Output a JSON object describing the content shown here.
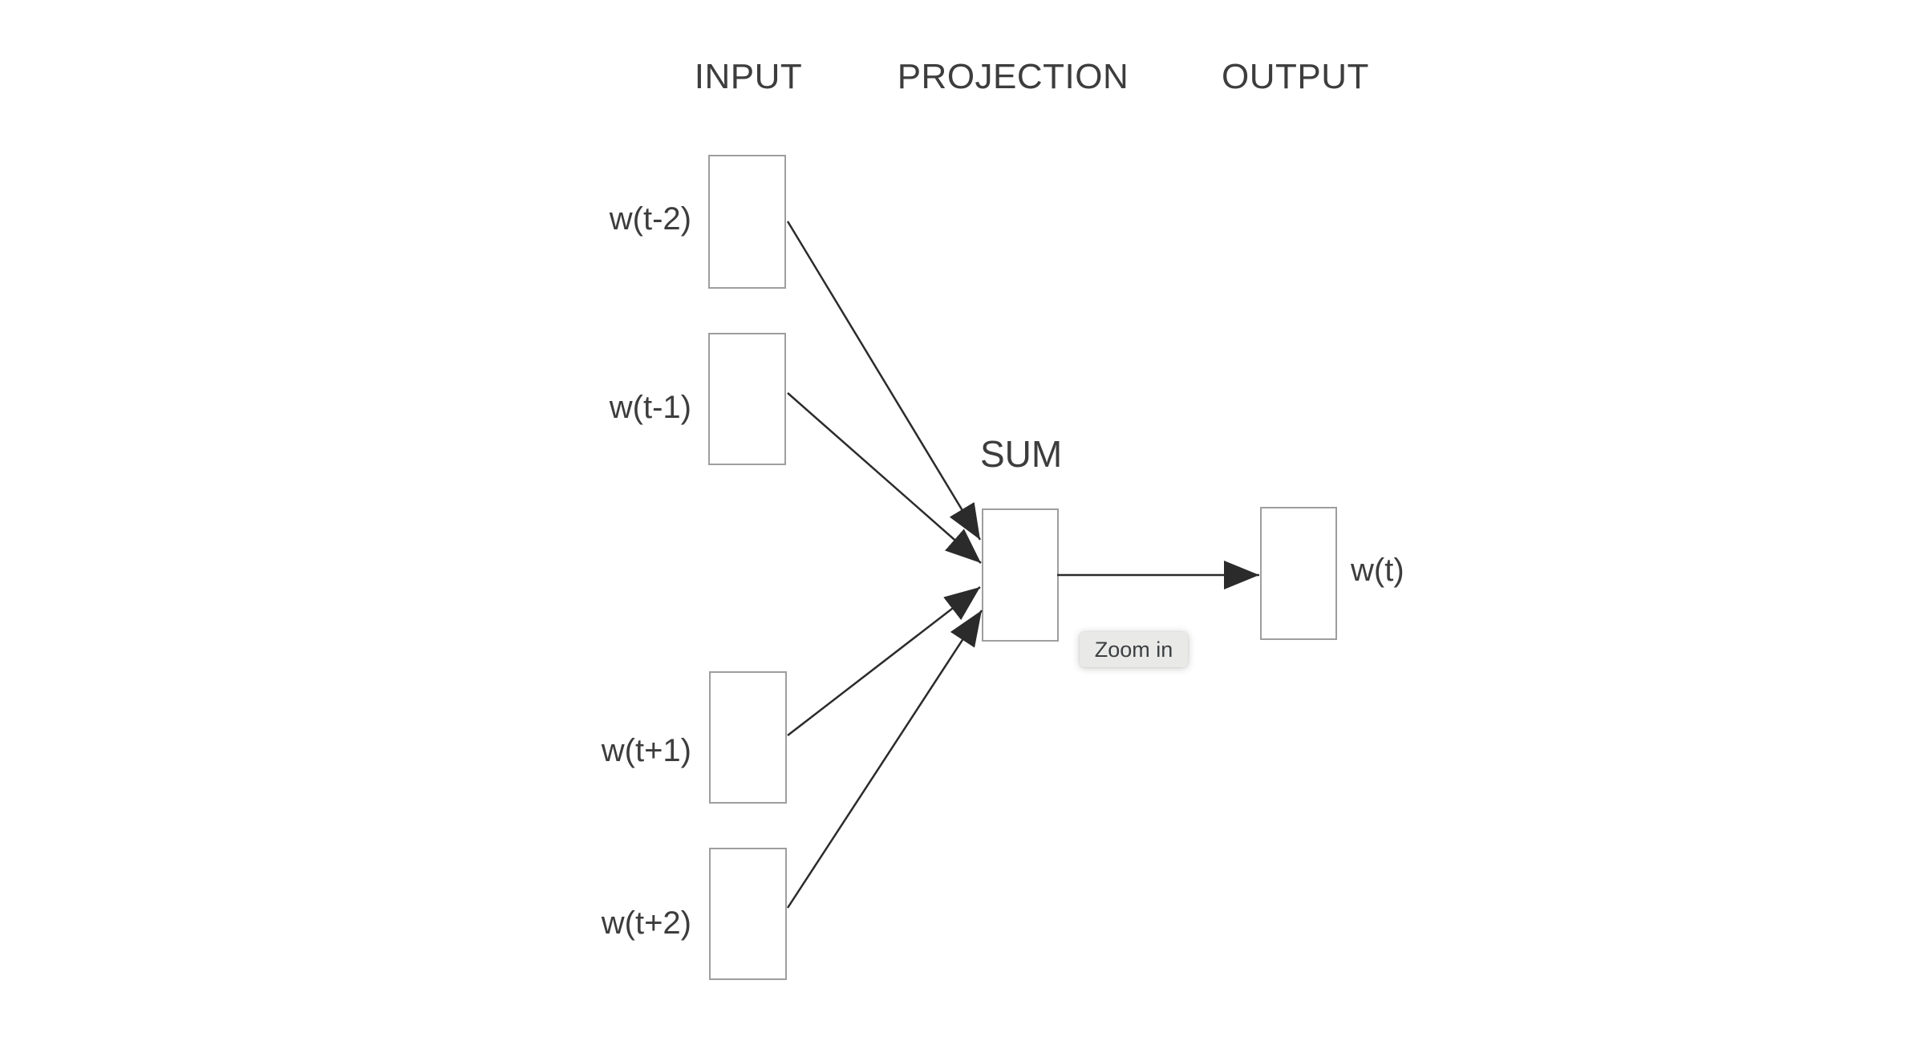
{
  "diagram": {
    "type": "neural-network-architecture (CBOW)",
    "column_headers": [
      {
        "label": "INPUT"
      },
      {
        "label": "PROJECTION"
      },
      {
        "label": "OUTPUT"
      }
    ],
    "input_nodes": [
      {
        "label": "w(t-2)"
      },
      {
        "label": "w(t-1)"
      },
      {
        "label": "w(t+1)"
      },
      {
        "label": "w(t+2)"
      }
    ],
    "projection_node": {
      "label": "SUM"
    },
    "output_node": {
      "label": "w(t)"
    },
    "edges": [
      {
        "from": "w(t-2)",
        "to": "SUM"
      },
      {
        "from": "w(t-1)",
        "to": "SUM"
      },
      {
        "from": "w(t+1)",
        "to": "SUM"
      },
      {
        "from": "w(t+2)",
        "to": "SUM"
      },
      {
        "from": "SUM",
        "to": "w(t)"
      }
    ]
  },
  "tooltip": {
    "label": "Zoom in"
  },
  "colors": {
    "background": "#ffffff",
    "edge": "#2b2b2b",
    "box_border": "#9e9e9e",
    "box_fill": "#ffffff",
    "text": "#3d3d3d",
    "tooltip_bg": "#e9e9e7",
    "tooltip_text": "#3c4043"
  }
}
